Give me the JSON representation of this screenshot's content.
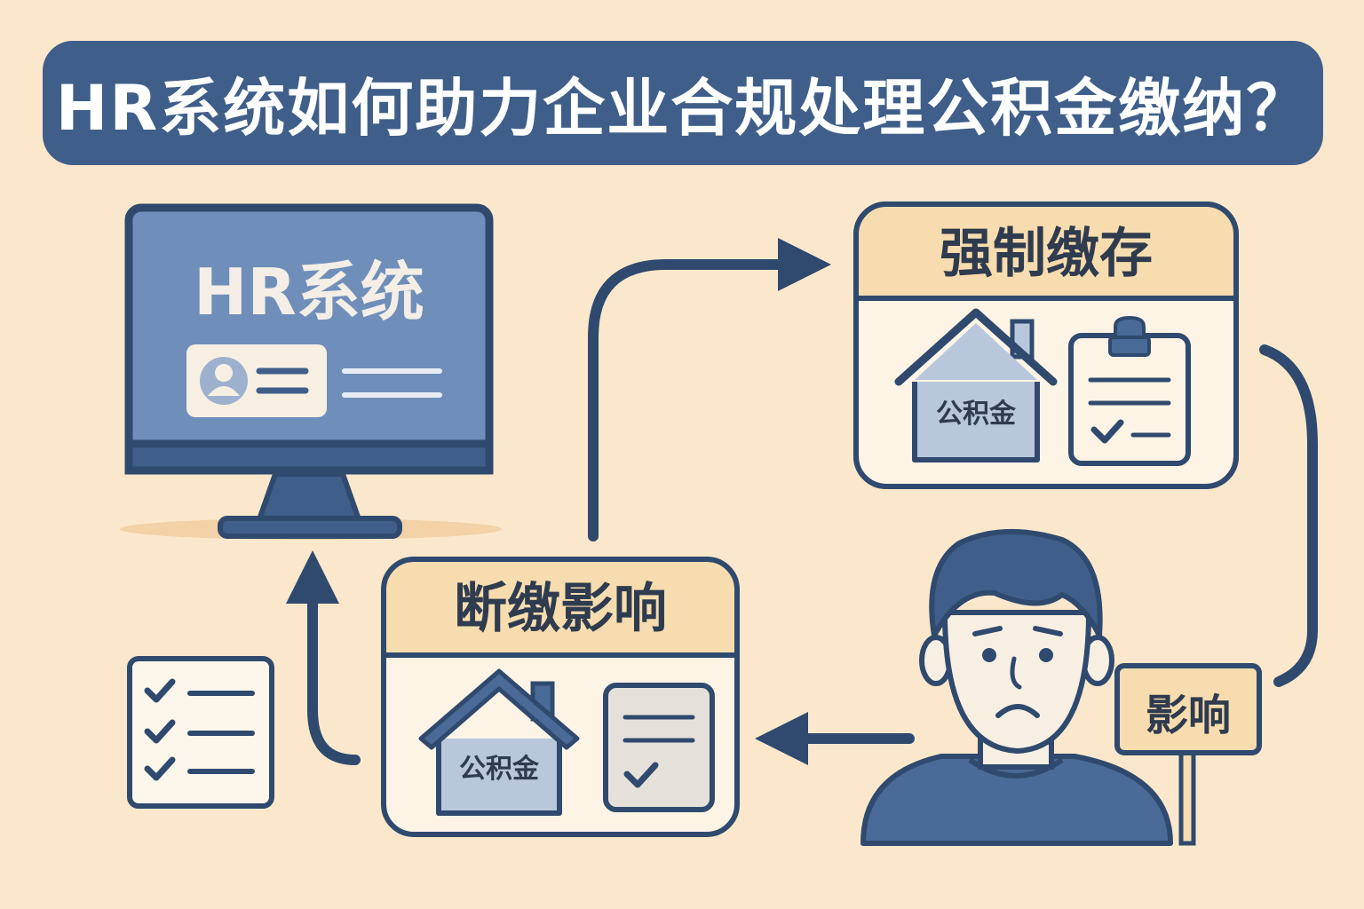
{
  "title": "HR系统如何助力企业合规处理公积金缴纳？",
  "monitor": {
    "label": "HR系统"
  },
  "forced_box": {
    "header": "强制缴存",
    "house_label": "公积金"
  },
  "stop_box": {
    "header": "断缴影响",
    "house_label": "公积金"
  },
  "sign": {
    "label": "影响"
  },
  "colors": {
    "background": "#fbe8cc",
    "navy": "#2f4a6e",
    "title_bar": "#3f5f8a",
    "box_header": "#f6dcae",
    "box_body": "#fdf4e6",
    "house_fill": "#b9c7dc",
    "screen": "#6f8fba"
  },
  "icons": [
    "monitor-icon",
    "user-card-icon",
    "house-icon",
    "clipboard-check-icon",
    "checklist-icon",
    "worried-person-icon",
    "sign-icon"
  ]
}
